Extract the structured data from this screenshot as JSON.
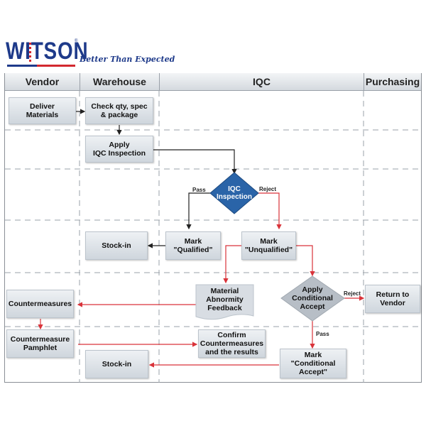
{
  "brand": {
    "logo_text": "WITSON",
    "registered_mark": "®",
    "tagline": "Better Than Expected",
    "colors": {
      "blue": "#1e3a8a",
      "red": "#d3282f"
    }
  },
  "lanes": [
    {
      "label": "Vendor"
    },
    {
      "label": "Warehouse"
    },
    {
      "label": "IQC"
    },
    {
      "label": "Purchasing"
    }
  ],
  "nodes": {
    "deliver_materials": "Deliver\nMaterials",
    "check_qty": "Check qty, spec\n& package",
    "apply_iqc": "Apply\nIQC Inspection",
    "iqc_inspection": "IQC\nInspection",
    "stock_in_1": "Stock-in",
    "mark_qualified": "Mark\n\"Qualified\"",
    "mark_unqualified": "Mark\n\"Unqualified\"",
    "countermeasures": "Countermeasures",
    "material_abnormity": "Material\nAbnormity\nFeedback",
    "apply_conditional": "Apply\nConditional\nAccept",
    "return_to_vendor": "Return to\nVendor",
    "countermeasure_pamphlet": "Countermeasure\nPamphlet",
    "confirm_countermeasures": "Confirm\nCountermeasures\nand the results",
    "stock_in_2": "Stock-in",
    "mark_conditional": "Mark\n\"Conditional\nAccept\""
  },
  "edge_labels": {
    "iqc_pass": "Pass",
    "iqc_reject": "Reject",
    "cond_reject": "Reject",
    "cond_pass": "Pass"
  },
  "colors": {
    "decision_blue": "#2a64a8",
    "decision_gray": "#b7bec6",
    "arrow_black": "#222222",
    "arrow_red": "#d9333a"
  }
}
